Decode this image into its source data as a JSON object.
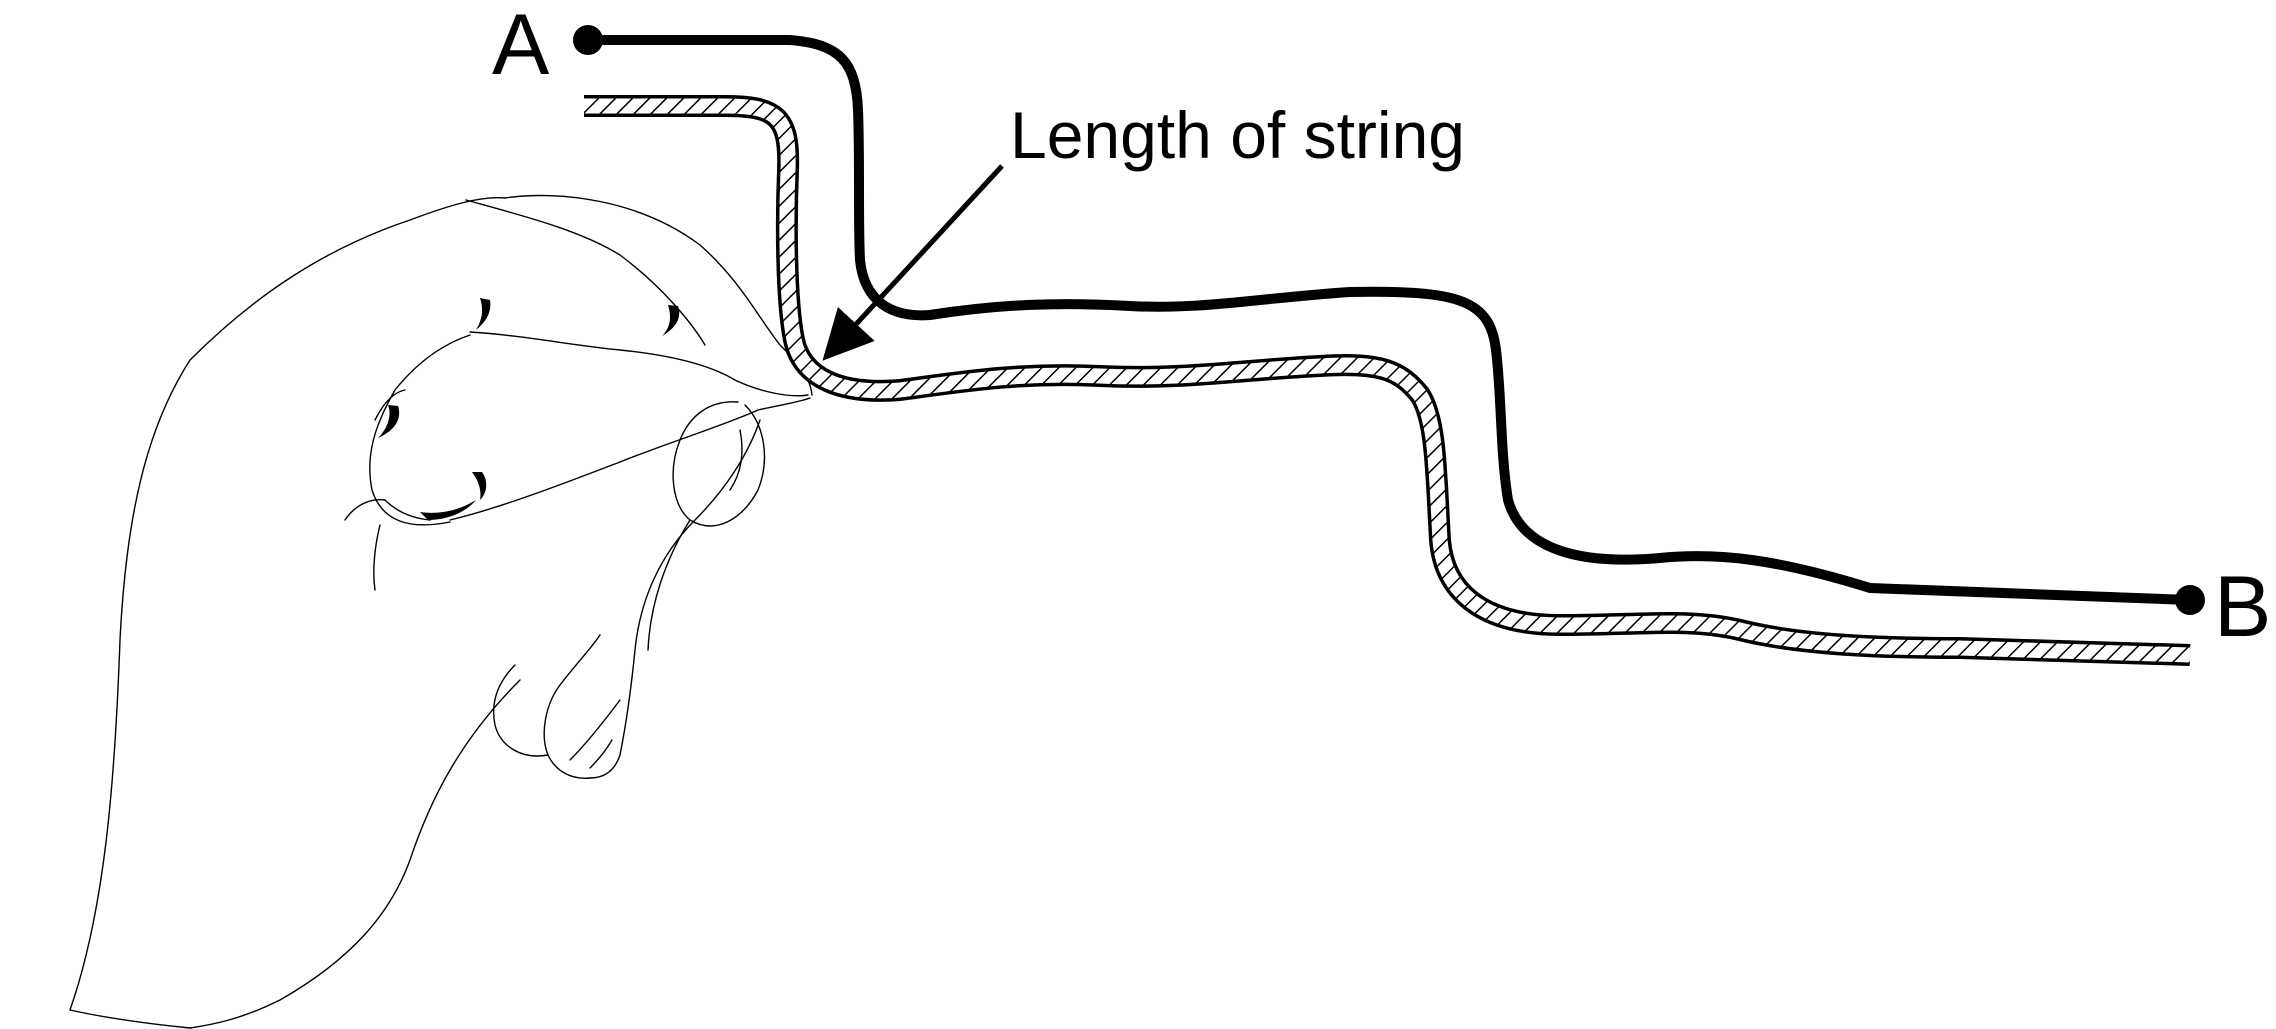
{
  "labels": {
    "point_a": "A",
    "point_b": "B",
    "callout": "Length of string"
  },
  "colors": {
    "ink": "#000000",
    "background": "#ffffff"
  },
  "icons": {
    "hand": "hand-holding-string-icon",
    "arrow": "arrow-icon"
  }
}
